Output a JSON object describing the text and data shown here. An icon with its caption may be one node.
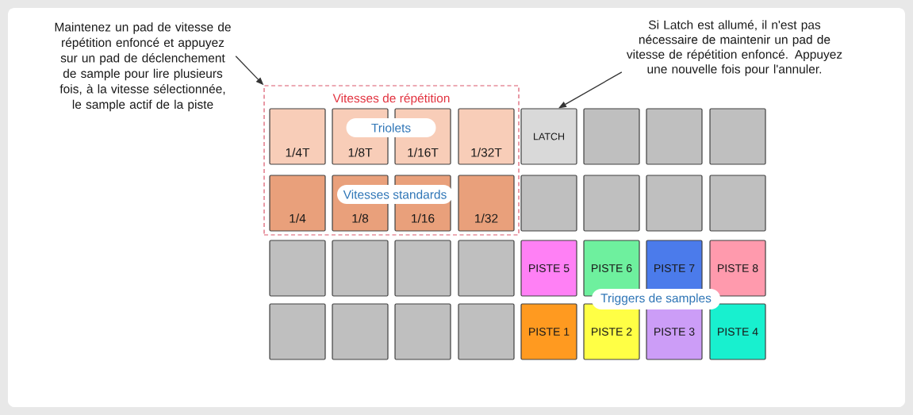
{
  "diagram": {
    "nodes": [
      {
        "text": [
          "Maintenez un pad de vitesse de répétition enfoncé et appuyez sur un pad de déclenchement de sample pour lire plusieurs fois, à la vitesse sélectionnée, le sample actif de la piste"
        ]
      },
      {
        "text": [
          "Si Latch est allumé, il n'est pas nécessaire de maintenir un pad de vitesse de répétition enfoncé. Appuyez une nouvelle fois pour l'annuler."
        ]
      },
      {
        "text": [
          "Vitesses de répétition"
        ]
      },
      {
        "text": [
          "Triolets"
        ],
        "in": 2
      },
      {
        "text": [
          "1/4T"
        ],
        "in": 2
      },
      {
        "text": [
          "1/8T"
        ],
        "in": 2
      },
      {
        "text": [
          "1/16T"
        ],
        "in": 2
      },
      {
        "text": [
          "1/32T"
        ],
        "in": 2
      },
      {
        "text": [
          "LATCH"
        ]
      },
      {
        "text": [],
        "shape": "box"
      },
      {
        "text": [],
        "shape": "box"
      },
      {
        "text": [],
        "shape": "box"
      },
      {
        "text": [
          "Vitesses standards"
        ],
        "in": 2
      },
      {
        "text": [
          "1/4"
        ],
        "in": 2
      },
      {
        "text": [
          "1/8"
        ],
        "in": 2
      },
      {
        "text": [
          "1/16"
        ],
        "in": 2
      },
      {
        "text": [
          "1/32"
        ],
        "in": 2
      },
      {
        "text": [],
        "shape": "box"
      },
      {
        "text": [],
        "shape": "box"
      },
      {
        "text": [],
        "shape": "box"
      },
      {
        "text": [],
        "shape": "box"
      },
      {
        "text": [],
        "shape": "box"
      },
      {
        "text": [],
        "shape": "box"
      },
      {
        "text": [],
        "shape": "box"
      },
      {
        "text": [],
        "shape": "box"
      },
      {
        "text": [
          "PISTE 5"
        ]
      },
      {
        "text": [
          "PISTE 6"
        ]
      },
      {
        "text": [
          "PISTE 7"
        ]
      },
      {
        "text": [
          "PISTE 8"
        ]
      },
      {
        "text": [
          "Triggers de samples"
        ]
      },
      {
        "text": [],
        "shape": "box"
      },
      {
        "text": [],
        "shape": "box"
      },
      {
        "text": [],
        "shape": "box"
      },
      {
        "text": [],
        "shape": "box"
      },
      {
        "text": [
          "PISTE 1"
        ]
      },
      {
        "text": [
          "PISTE 2"
        ]
      },
      {
        "text": [
          "PISTE 3"
        ]
      },
      {
        "text": [
          "PISTE 4"
        ]
      }
    ],
    "edges": [
      {
        "from": 0,
        "to": 2,
        "arrow": "to"
      },
      {
        "from": 1,
        "to": 8,
        "arrow": "to"
      }
    ]
  }
}
